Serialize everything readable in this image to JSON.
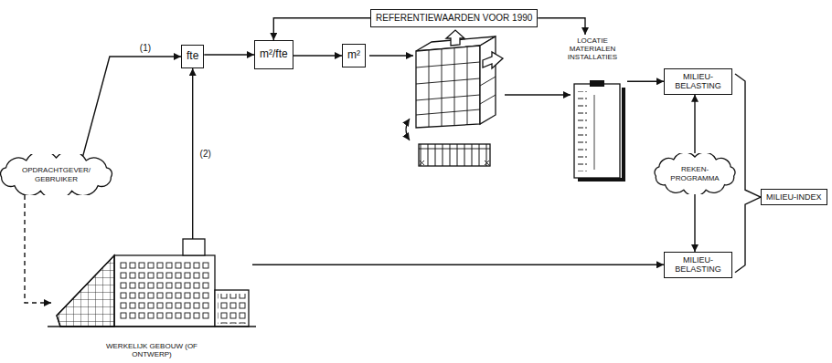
{
  "diagram": {
    "nodes": [
      {
        "text": [
          "REFERENTIEWAARDEN VOOR 1990"
        ]
      },
      {
        "text": [
          "fte"
        ]
      },
      {
        "text": [
          "m²/fte"
        ]
      },
      {
        "text": [
          "m²"
        ]
      },
      {
        "text": [
          "LOCATIE MATERIALEN INSTALLATIES"
        ]
      },
      {
        "text": [
          "MILIEU-BELASTING"
        ]
      },
      {
        "text": [
          "OPDRACHTGEVER/ GEBRUIKER"
        ]
      },
      {
        "text": [
          "REKEN-PROGRAMMA"
        ]
      },
      {
        "text": [
          "MILIEU-INDEX"
        ]
      },
      {
        "text": [
          "MILIEU-BELASTING"
        ]
      },
      {
        "text": [
          "WERKELIJK GEBOUW (OF ONTWERP)"
        ]
      }
    ],
    "edges": [
      {
        "from": 6,
        "to": 1,
        "label": "(1)",
        "arrow": "to"
      },
      {
        "from": 10,
        "to": 1,
        "label": "(2)",
        "arrow": "to"
      },
      {
        "from": 1,
        "to": 2,
        "arrow": "to"
      },
      {
        "from": 2,
        "to": 3,
        "arrow": "to"
      },
      {
        "from": 0,
        "to": 2,
        "arrow": "to"
      },
      {
        "from": 0,
        "to": 4,
        "arrow": "to"
      },
      {
        "from": 4,
        "to": 5,
        "arrow": "to"
      },
      {
        "from": 7,
        "to": 5,
        "arrow": "to"
      },
      {
        "from": 7,
        "to": 9,
        "arrow": "to"
      },
      {
        "from": 5,
        "to": 8,
        "arrow": "none"
      },
      {
        "from": 9,
        "to": 8,
        "arrow": "none"
      },
      {
        "from": 6,
        "to": 10,
        "arrow": "to"
      },
      {
        "from": 10,
        "to": 9,
        "arrow": "to"
      }
    ]
  }
}
